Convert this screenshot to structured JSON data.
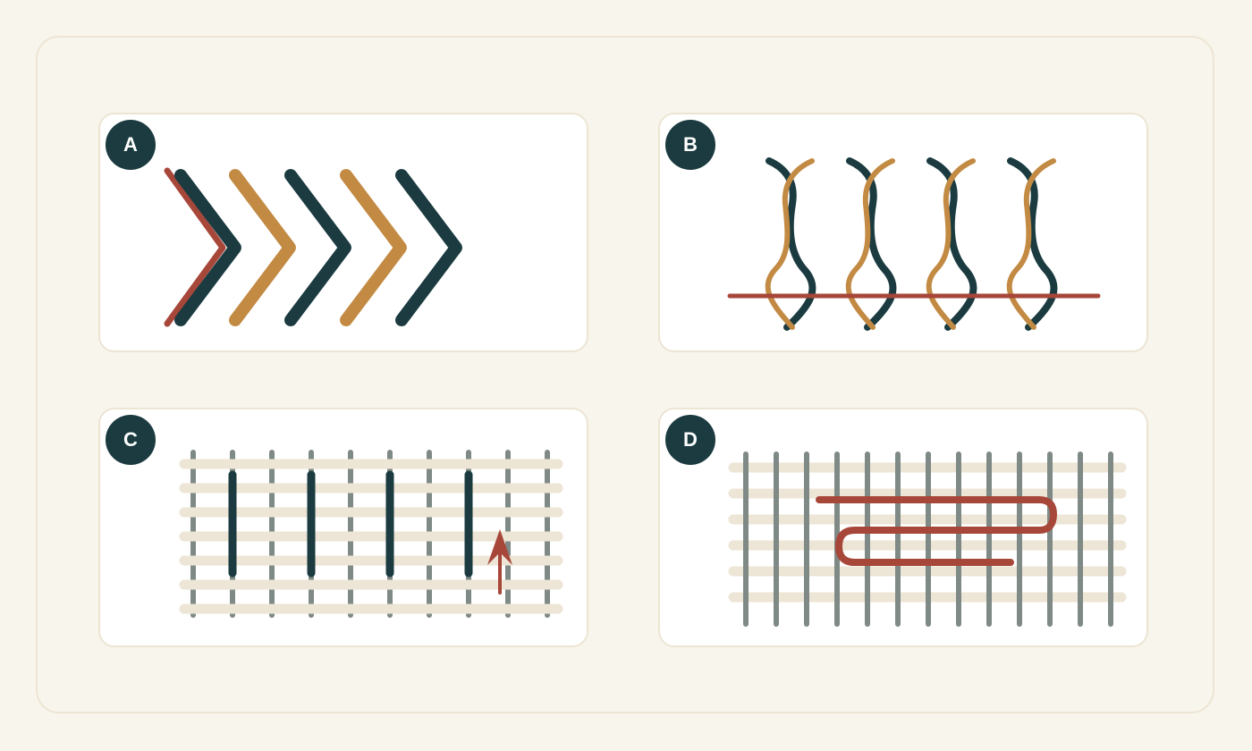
{
  "colors": {
    "background": "#f8f5ec",
    "panel": "#ffffff",
    "border": "#ede5d3",
    "dark_teal": "#1b3b40",
    "ochre": "#c28a43",
    "rust": "#a7473a",
    "weft_cream": "#ede5d5",
    "warp_grey": "#7f8a86"
  },
  "panels": [
    {
      "label": "A",
      "icon": "herringbone-chevrons-icon"
    },
    {
      "label": "B",
      "icon": "twined-weft-icon"
    },
    {
      "label": "C",
      "icon": "warp-face-weave-icon"
    },
    {
      "label": "D",
      "icon": "weft-return-path-icon"
    }
  ]
}
